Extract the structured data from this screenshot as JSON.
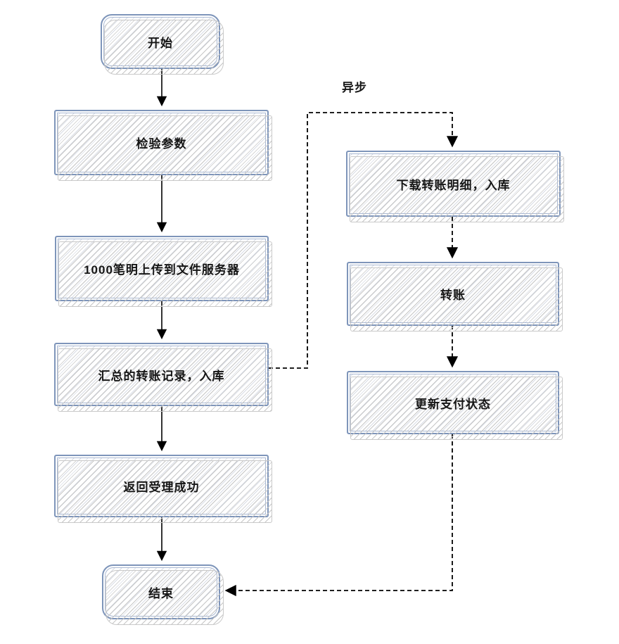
{
  "diagram": {
    "type": "flowchart",
    "async_label": "异步",
    "colors": {
      "node_border": "#7e95ba",
      "node_hatch": "#d8dce5",
      "shadow_hatch": "#c6c6c6",
      "arrow": "#000000",
      "text": "#161616",
      "background": "#ffffff"
    },
    "nodes": [
      {
        "id": "start",
        "label": "开始",
        "shape": "rounded"
      },
      {
        "id": "check",
        "label": "检验参数",
        "shape": "rect"
      },
      {
        "id": "upload",
        "label": "1000笔明上传到文件服务器",
        "shape": "rect"
      },
      {
        "id": "summary",
        "label": "汇总的转账记录，入库",
        "shape": "rect"
      },
      {
        "id": "retsucc",
        "label": "返回受理成功",
        "shape": "rect"
      },
      {
        "id": "end",
        "label": "结束",
        "shape": "rounded"
      },
      {
        "id": "download",
        "label": "下载转账明细，入库",
        "shape": "rect"
      },
      {
        "id": "transfer",
        "label": "转账",
        "shape": "rect"
      },
      {
        "id": "update",
        "label": "更新支付状态",
        "shape": "rect"
      }
    ],
    "edges": [
      {
        "from": "开始",
        "to": "检验参数",
        "style": "solid"
      },
      {
        "from": "检验参数",
        "to": "1000笔明上传到文件服务器",
        "style": "solid"
      },
      {
        "from": "1000笔明上传到文件服务器",
        "to": "汇总的转账记录，入库",
        "style": "solid"
      },
      {
        "from": "汇总的转账记录，入库",
        "to": "返回受理成功",
        "style": "solid"
      },
      {
        "from": "返回受理成功",
        "to": "结束",
        "style": "solid"
      },
      {
        "from": "汇总的转账记录，入库",
        "to": "下载转账明细，入库",
        "style": "dashed",
        "label": "异步"
      },
      {
        "from": "下载转账明细，入库",
        "to": "转账",
        "style": "dashed"
      },
      {
        "from": "转账",
        "to": "更新支付状态",
        "style": "dashed"
      },
      {
        "from": "更新支付状态",
        "to": "结束",
        "style": "dashed"
      }
    ]
  }
}
